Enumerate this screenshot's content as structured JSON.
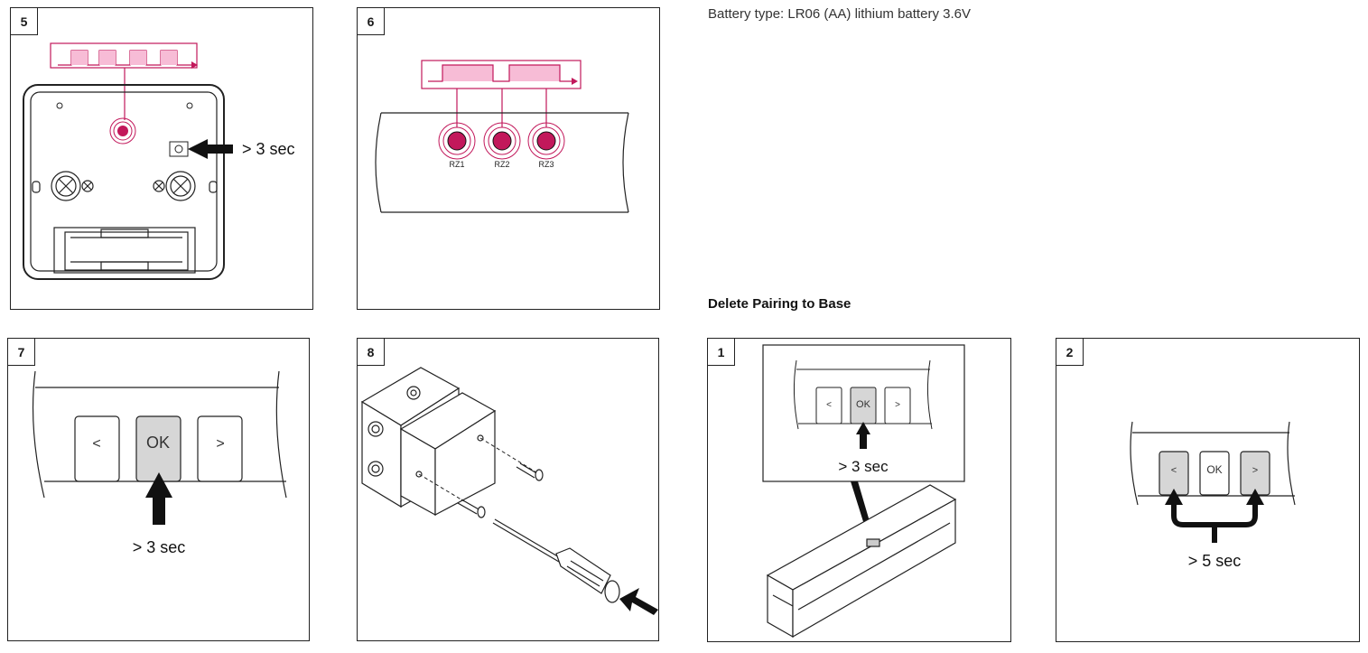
{
  "battery_note": "Battery type: LR06 (AA) lithium battery 3.6V",
  "section_title": "Delete Pairing to Base",
  "panels": {
    "p5": {
      "number": "5",
      "duration": "> 3 sec"
    },
    "p6": {
      "number": "6",
      "leds": [
        "RZ1",
        "RZ2",
        "RZ3"
      ]
    },
    "p7": {
      "number": "7",
      "buttons": [
        "<",
        "OK",
        ">"
      ],
      "duration": "> 3 sec"
    },
    "p8": {
      "number": "8"
    },
    "d1": {
      "number": "1",
      "buttons": [
        "<",
        "OK",
        ">"
      ],
      "duration": "> 3 sec"
    },
    "d2": {
      "number": "2",
      "buttons": [
        "<",
        "OK",
        ">"
      ],
      "duration": "> 5 sec"
    }
  },
  "colors": {
    "accent": "#c2185b",
    "accent_light": "#f7bcd6",
    "line": "#222222",
    "button_pressed": "#d6d6d6"
  }
}
